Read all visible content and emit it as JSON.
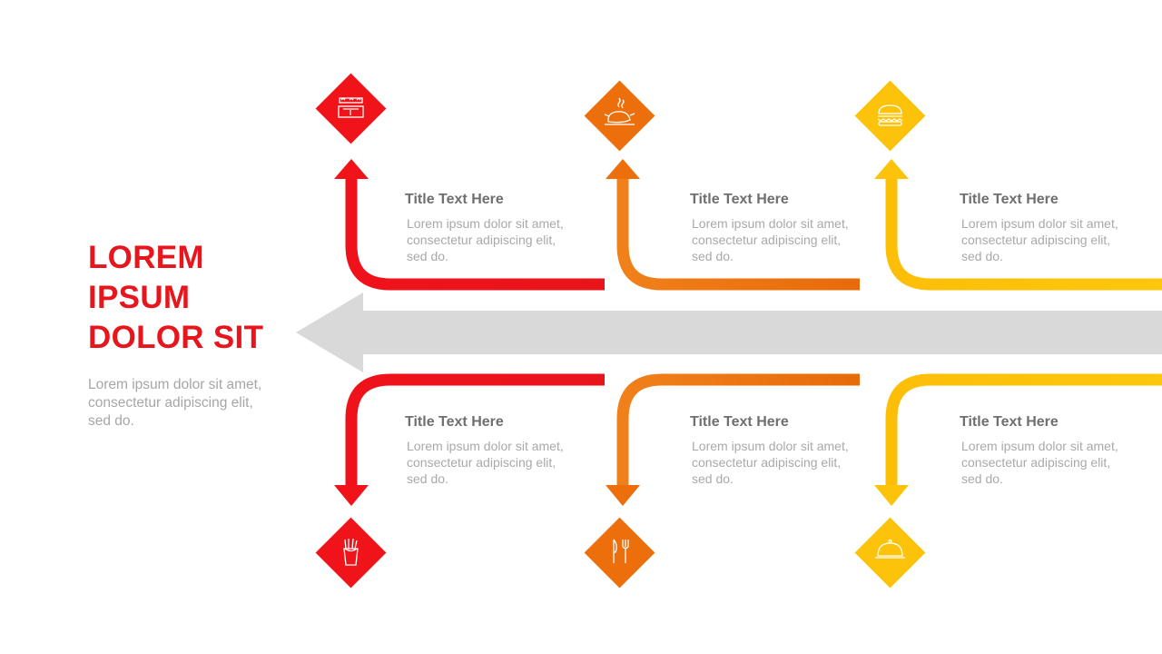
{
  "heading": {
    "title": "LOREM\nIPSUM\nDOLOR SIT",
    "body": "Lorem ipsum dolor sit amet, consectetur adipiscing elit, sed do."
  },
  "colors": {
    "red": "#f0141a",
    "orange": "#ec6f0c",
    "yellow": "#fcc30a",
    "main_arrow": "#d9d9d9",
    "title_red": "#e8161c"
  },
  "steps": [
    {
      "position": "top",
      "color": "red",
      "icon": "shop-counter-icon",
      "title": "Title Text Here",
      "body": "Lorem ipsum dolor sit amet, consectetur adipiscing elit, sed do."
    },
    {
      "position": "top",
      "color": "orange",
      "icon": "roast-chicken-icon",
      "title": "Title Text Here",
      "body": "Lorem ipsum dolor sit amet, consectetur adipiscing elit, sed do."
    },
    {
      "position": "top",
      "color": "yellow",
      "icon": "burger-icon",
      "title": "Title Text Here",
      "body": "Lorem ipsum dolor sit amet, consectetur adipiscing elit, sed do."
    },
    {
      "position": "bottom",
      "color": "red",
      "icon": "french-fries-icon",
      "title": "Title Text Here",
      "body": "Lorem ipsum dolor sit amet, consectetur adipiscing elit, sed do."
    },
    {
      "position": "bottom",
      "color": "orange",
      "icon": "knife-fork-icon",
      "title": "Title Text Here",
      "body": "Lorem ipsum dolor sit amet, consectetur adipiscing elit, sed do."
    },
    {
      "position": "bottom",
      "color": "yellow",
      "icon": "cloche-icon",
      "title": "Title Text Here",
      "body": "Lorem ipsum dolor sit amet, consectetur adipiscing elit, sed do."
    }
  ]
}
